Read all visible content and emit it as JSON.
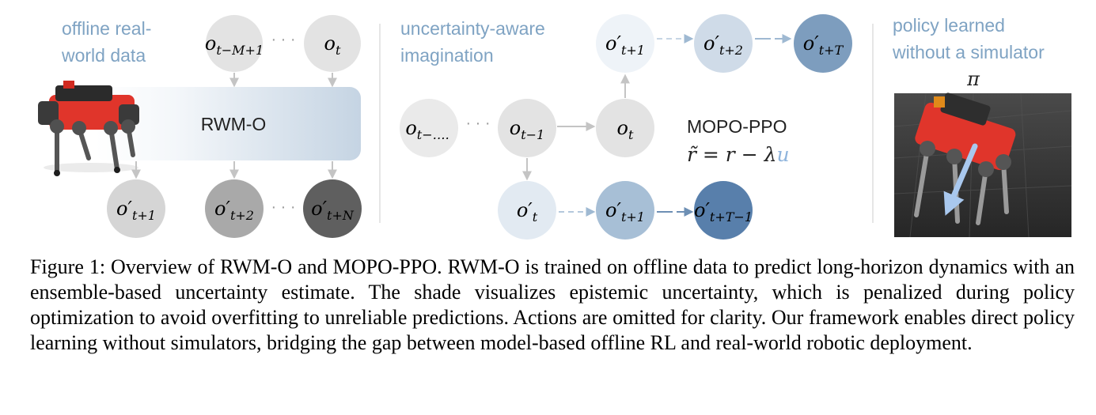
{
  "colors": {
    "section_label": "#7fa3c3",
    "node_gray": "#e3e3e3",
    "arrow_gray": "#c4c4c4",
    "arrow_blue": "#9fb9d2",
    "u_blue": "#8fb4dc",
    "node_blue_light": "#eef3f8",
    "node_blue_mid": "#cfdbe8",
    "node_blue_strong": "#a7bfd6",
    "node_blue_deep": "#7d9dbe",
    "node_blue_darkest": "#587fab",
    "node_pred_1": "#d5d5d5",
    "node_pred_2": "#a9a9a9",
    "node_pred_3": "#5f5f5f"
  },
  "panel1": {
    "label_line1": "offline real-",
    "label_line2": "world data",
    "model_name": "RWM-O",
    "history_first": {
      "var": "o",
      "sub": "t−M+1"
    },
    "history_last": {
      "var": "o",
      "sub": "t"
    },
    "predictions": [
      {
        "var": "o′",
        "sub": "t+1"
      },
      {
        "var": "o′",
        "sub": "t+2"
      },
      {
        "var": "o′",
        "sub": "t+N"
      }
    ],
    "ellipsis": "· · ·"
  },
  "panel2": {
    "label_line1": "uncertainty-aware",
    "label_line2": "imagination",
    "algo_name": "MOPO-PPO",
    "reward_formula": "r̃ = r − λ",
    "reward_u": "u",
    "ellipsis": "· · ·",
    "nodes": {
      "o_t_dots": {
        "var": "o",
        "sub": "t−…."
      },
      "o_t_minus_1": {
        "var": "o",
        "sub": "t−1"
      },
      "o_t": {
        "var": "o",
        "sub": "t"
      },
      "top_1": {
        "var": "o′",
        "sub": "t+1"
      },
      "top_2": {
        "var": "o′",
        "sub": "t+2"
      },
      "top_3": {
        "var": "o′",
        "sub": "t+T"
      },
      "bot_0": {
        "var": "o′",
        "sub": "t"
      },
      "bot_1": {
        "var": "o′",
        "sub": "t+1"
      },
      "bot_2": {
        "var": "o′",
        "sub": "t+T−1"
      }
    }
  },
  "panel3": {
    "label_line1": "policy learned",
    "label_line2": "without a simulator",
    "policy_symbol": "π"
  },
  "caption": {
    "prefix": "Figure 1:",
    "text": "Overview of RWM-O and MOPO-PPO. RWM-O is trained on offline data to predict long-horizon dynamics with an ensemble-based uncertainty estimate. The shade visualizes epistemic uncertainty, which is penalized during policy optimization to avoid overfitting to unreliable predictions. Actions are omitted for clarity. Our framework enables direct policy learning without simulators, bridging the gap between model-based offline RL and real-world robotic deployment."
  }
}
